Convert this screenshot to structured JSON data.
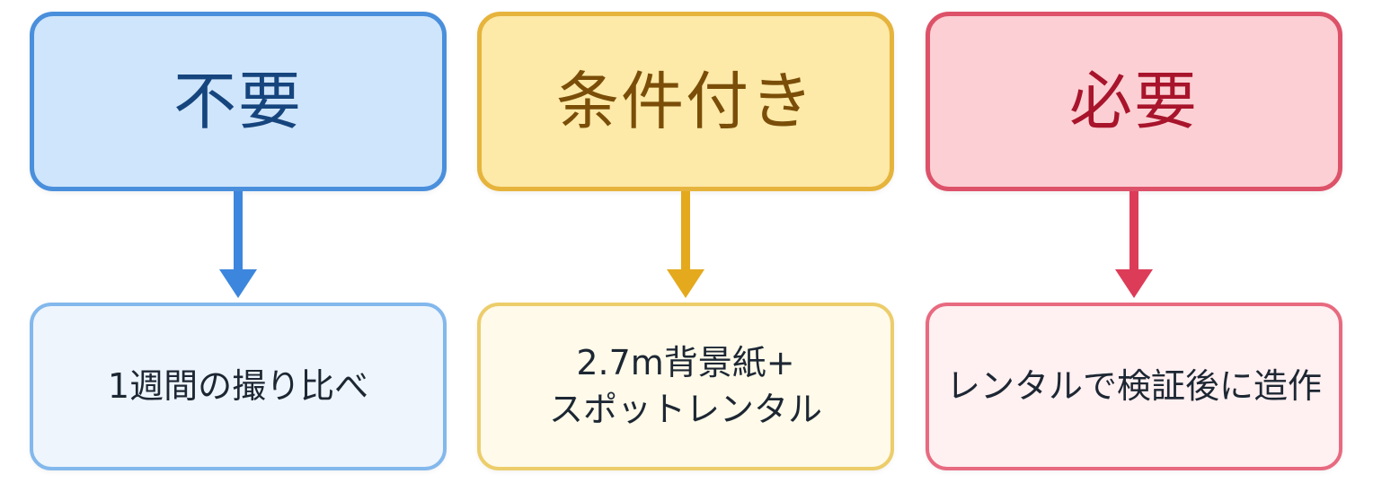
{
  "columns": [
    {
      "status": "不要",
      "action": "1週間の撮り比べ"
    },
    {
      "status": "条件付き",
      "action": "2.7m背景紙+\nスポットレンタル"
    },
    {
      "status": "必要",
      "action": "レンタルで検証後に造作"
    }
  ],
  "colors": {
    "blue_accent": "#3d86dd",
    "yellow_accent": "#e4a91d",
    "red_accent": "#dd3c58"
  }
}
